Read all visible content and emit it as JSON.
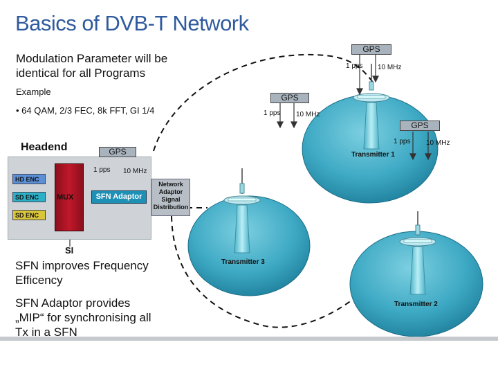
{
  "slide": {
    "title": "Basics of DVB-T  Network",
    "mod_line1": "Modulation Parameter will be",
    "mod_line2": "identical for all Programs",
    "example": "Example",
    "params": "• 64 QAM, 2/3 FEC, 8k FFT, GI 1/4",
    "sfn_line1": "SFN improves Frequency",
    "sfn_line2": "Efficency",
    "adaptor_line1": "SFN Adaptor provides",
    "adaptor_line2": "„MIP“ for synchronising all",
    "adaptor_line3": "Tx in a SFN"
  },
  "headend": {
    "title": "Headend",
    "encoders": [
      "HD ENC",
      "SD ENC",
      "SD ENC"
    ],
    "encoder_colors": [
      "#5b8fd6",
      "#2bb0c8",
      "#d9c53a"
    ],
    "mux": "MUX",
    "sfn_adaptor": "SFN Adaptor",
    "si": "SI",
    "network_box": [
      "Network",
      "Adaptor",
      "Signal",
      "Distribution"
    ]
  },
  "gps": {
    "label": "GPS",
    "pps": "1 pps",
    "mhz": "10 MHz"
  },
  "transmitters": {
    "t1": "Transmitter 1",
    "t2": "Transmitter 2",
    "t3": "Transmitter 3"
  },
  "colors": {
    "title": "#2f5a9e",
    "coverage": "#3ba8c4",
    "tower": "#7fd3e0"
  }
}
